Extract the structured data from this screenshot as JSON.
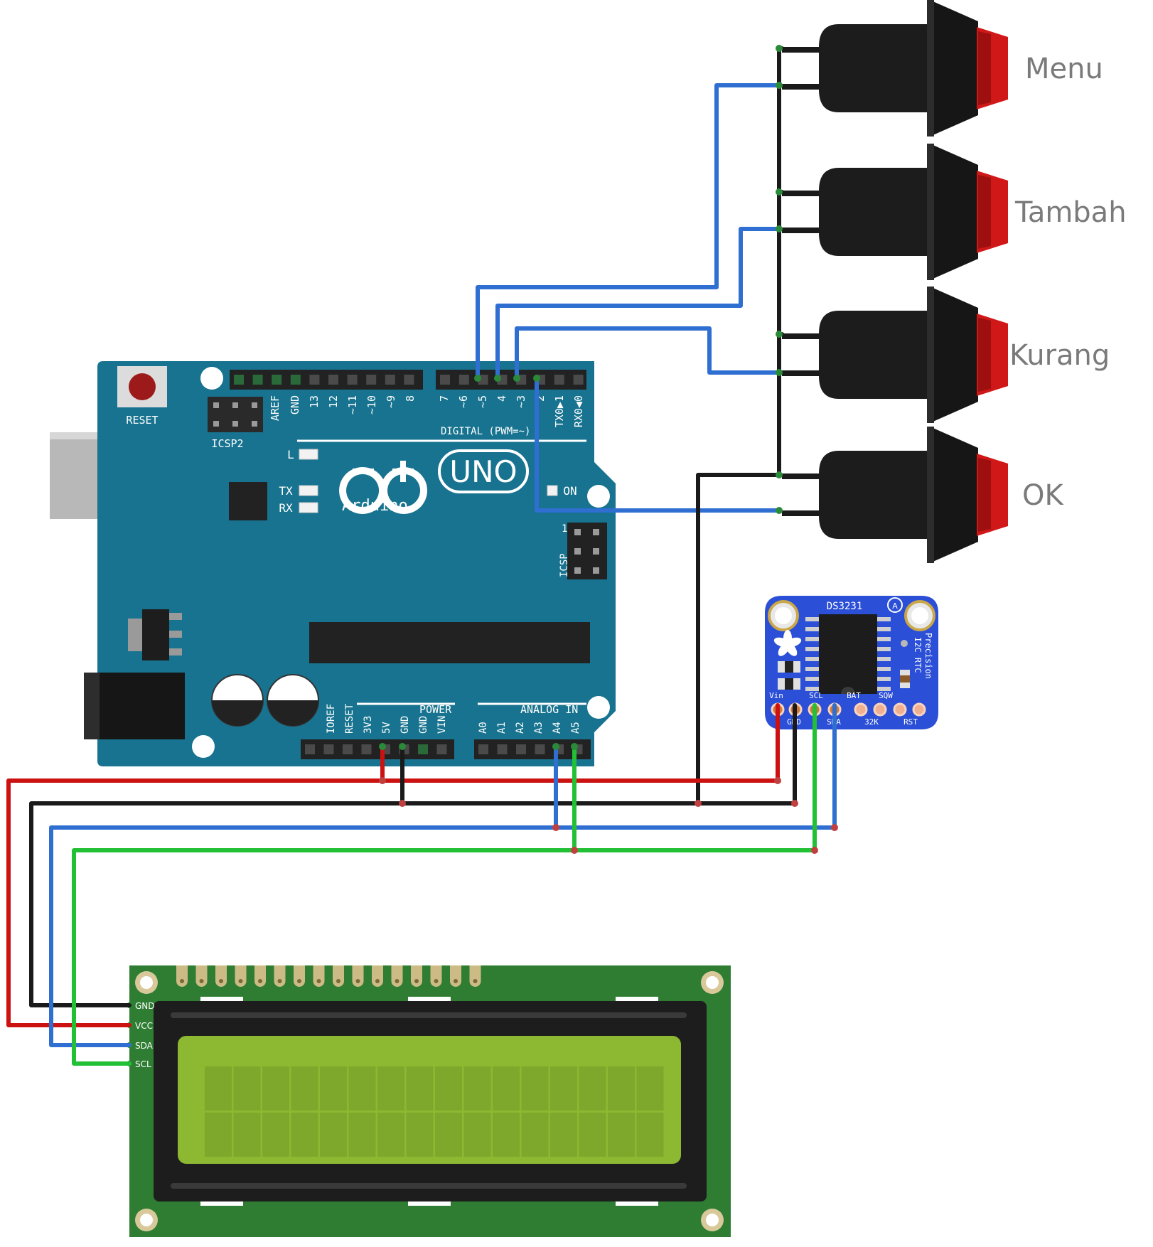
{
  "arduino": {
    "reset_label": "RESET",
    "icsp2_label": "ICSP2",
    "icsp_label": "ICSP",
    "icsp_pin1": "1",
    "digital_label": "DIGITAL (PWM=~)",
    "power_label": "POWER",
    "analog_label": "ANALOG IN",
    "logo_text": "Arduino",
    "uno_text": "UNO",
    "led_l": "L",
    "led_tx": "TX",
    "led_rx": "RX",
    "led_on": "ON",
    "top_pins_left": [
      "AREF",
      "GND",
      "13",
      "12",
      "~11",
      "~10",
      "~9",
      "8"
    ],
    "top_pins_right": [
      "7",
      "~6",
      "~5",
      "4",
      "~3",
      "2",
      "TX0▶1",
      "RX0◀0"
    ],
    "power_pins": [
      "IOREF",
      "RESET",
      "3V3",
      "5V",
      "GND",
      "GND",
      "VIN"
    ],
    "analog_pins": [
      "A0",
      "A1",
      "A2",
      "A3",
      "A4",
      "A5"
    ]
  },
  "buttons": [
    {
      "label": "Menu"
    },
    {
      "label": "Tambah"
    },
    {
      "label": "Kurang"
    },
    {
      "label": "OK"
    }
  ],
  "rtc": {
    "chip": "DS3231",
    "side_text_1": "Precision",
    "side_text_2": "I2C RTC",
    "pins_top": [
      "Vin",
      "SCL",
      "BAT",
      "SQW"
    ],
    "pins_bottom": [
      "GND",
      "SDA",
      "32K",
      "RST"
    ]
  },
  "lcd": {
    "pins": [
      "GND",
      "VCC",
      "SDA",
      "SCL"
    ]
  },
  "colors": {
    "wire_blue": "#2f6fd1",
    "wire_black": "#1a1a1a",
    "wire_red": "#cc1111",
    "wire_green": "#22c035",
    "board_teal": "#17738f",
    "lcd_green": "#2e7d32",
    "lcd_screen": "#8cb832",
    "rtc_blue": "#2b4fd6",
    "button_red": "#d01818"
  }
}
